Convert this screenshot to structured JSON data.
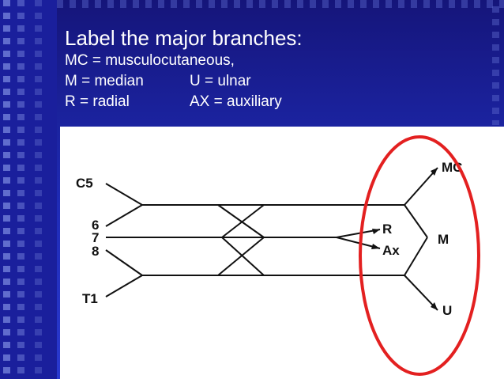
{
  "slide": {
    "title": "Label the major branches:",
    "legend": {
      "line1": "MC = musculocutaneous,",
      "line2_left": "M = median",
      "line2_right": "U = ulnar",
      "line3_left": "R = radial",
      "line3_right": "AX = auxiliary"
    }
  },
  "diagram": {
    "roots": [
      "C5",
      "6",
      "7",
      "8",
      "T1"
    ],
    "branches": [
      "MC",
      "R",
      "Ax",
      "M",
      "U"
    ],
    "highlight_color": "#e32020",
    "line_color": "#111111"
  },
  "colors": {
    "background": "#1f2cb8",
    "text": "#ffffff",
    "panel": "#ffffff"
  }
}
